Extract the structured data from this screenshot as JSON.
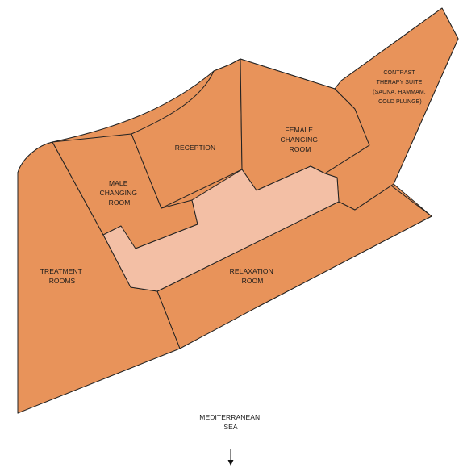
{
  "colors": {
    "zone_fill": "#E8935A",
    "corridor_fill": "#F3BFA5",
    "outline": "#222222",
    "text": "#1a1a1a"
  },
  "rooms": {
    "contrast_therapy": {
      "lines": [
        "CONTRAST",
        "THERAPY SUITE",
        "(SAUNA, HAMMAM,",
        "COLD PLUNGE)"
      ]
    },
    "female_changing": {
      "lines": [
        "FEMALE",
        "CHANGING",
        "ROOM"
      ]
    },
    "reception": {
      "lines": [
        "RECEPTION"
      ]
    },
    "male_changing": {
      "lines": [
        "MALE",
        "CHANGING",
        "ROOM"
      ]
    },
    "treatment": {
      "lines": [
        "TREATMENT",
        "ROOMS"
      ]
    },
    "relaxation": {
      "lines": [
        "RELAXATION",
        "ROOM"
      ]
    }
  },
  "sea_label": {
    "lines": [
      "MEDITERRANEAN",
      "SEA"
    ]
  },
  "icons": {
    "direction": "arrow-down-icon"
  }
}
